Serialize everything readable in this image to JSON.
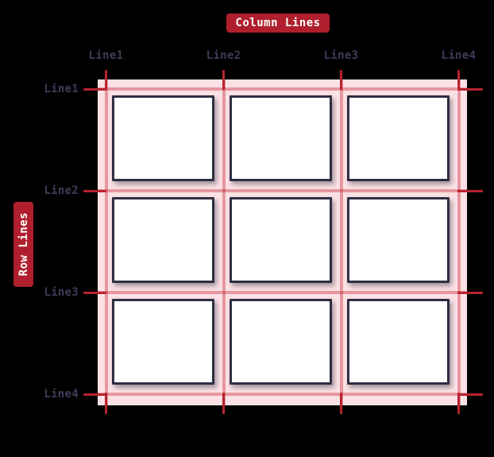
{
  "title_badges": {
    "column": "Column Lines",
    "row": "Row Lines"
  },
  "column_lines": {
    "labels": [
      "Line1",
      "Line2",
      "Line3",
      "Line4"
    ]
  },
  "row_lines": {
    "labels": [
      "Line1",
      "Line2",
      "Line3",
      "Line4"
    ]
  },
  "grid": {
    "rows": 3,
    "columns": 3
  },
  "colors": {
    "background": "#000000",
    "badge": "#b01f2d",
    "label": "#3c3d58",
    "panel": "#fbe1e4",
    "line_tick": "#b8232f",
    "line_muted": "rgba(198,40,54,0.40)",
    "cell_border": "#2e2e42",
    "cell_fill": "#ffffff"
  }
}
